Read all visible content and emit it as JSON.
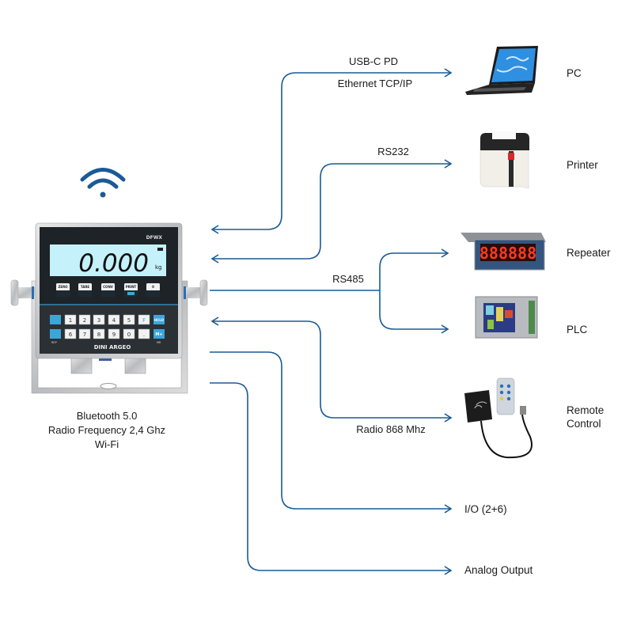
{
  "colors": {
    "line": "#1a5a96",
    "lcd": "#c4f1fa",
    "panel": "#1e2328"
  },
  "links": {
    "usb": "USB-C PD",
    "ethernet": "Ethernet TCP/IP",
    "rs232": "RS232",
    "rs485": "RS485",
    "radio": "Radio 868 Mhz"
  },
  "devices": {
    "pc": "PC",
    "printer": "Printer",
    "repeater": "Repeater",
    "plc": "PLC",
    "remote_line1": "Remote",
    "remote_line2": "Control",
    "io": "I/O (2+6)",
    "analog": "Analog Output"
  },
  "wireless": {
    "line1": "Bluetooth 5.0",
    "line2": "Radio Frequency 2,4 Ghz",
    "line3": "Wi-Fi"
  },
  "indicator": {
    "model": "DFWX",
    "brand": "DINI ARGEO",
    "reading": "0.000",
    "unit": "kg",
    "repeater_digits": "888888",
    "function_keys": [
      "ZERO",
      "TARE",
      "CONV",
      "PRINT",
      "0"
    ],
    "keys_row1": [
      "1",
      "2",
      "3",
      "4",
      "5",
      "F"
    ],
    "keys_row2": [
      "6",
      "7",
      "8",
      "9",
      "0",
      "."
    ],
    "hilo": "HI/LO",
    "mplus": "M+",
    "rep": "REP",
    "mr": "MR"
  }
}
